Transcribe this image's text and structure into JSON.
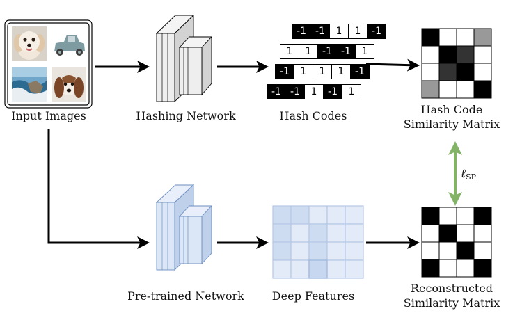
{
  "labels": {
    "input_images": "Input Images",
    "hashing_network": "Hashing Network",
    "hash_codes": "Hash Codes",
    "hash_sim_line1": "Hash Code",
    "hash_sim_line2": "Similarity Matrix",
    "pretrained_network": "Pre-trained Network",
    "deep_features": "Deep Features",
    "recon_sim_line1": "Reconstructed",
    "recon_sim_line2": "Similarity Matrix",
    "loss_symbol": "ℓ",
    "loss_subscript": "SP"
  },
  "input_images": [
    "dog-photo",
    "truck-photo",
    "coast-photo",
    "dog-photo-2"
  ],
  "hash_codes": [
    [
      -1,
      -1,
      1,
      1,
      -1
    ],
    [
      1,
      1,
      -1,
      -1,
      1
    ],
    [
      -1,
      1,
      1,
      1,
      -1
    ],
    [
      -1,
      -1,
      1,
      -1,
      1
    ]
  ],
  "hash_similarity_matrix": [
    [
      "#000000",
      "#ffffff",
      "#ffffff",
      "#999999"
    ],
    [
      "#ffffff",
      "#000000",
      "#333333",
      "#ffffff"
    ],
    [
      "#ffffff",
      "#333333",
      "#000000",
      "#ffffff"
    ],
    [
      "#999999",
      "#ffffff",
      "#ffffff",
      "#000000"
    ]
  ],
  "reconstructed_similarity_matrix": [
    [
      "#000000",
      "#ffffff",
      "#ffffff",
      "#000000"
    ],
    [
      "#ffffff",
      "#000000",
      "#ffffff",
      "#ffffff"
    ],
    [
      "#ffffff",
      "#ffffff",
      "#000000",
      "#ffffff"
    ],
    [
      "#000000",
      "#ffffff",
      "#ffffff",
      "#000000"
    ]
  ],
  "colors": {
    "hashing_network_fill": "#eeeeee",
    "pretrained_network_fill": "#dbe6f6",
    "feature_grid_fill": "#e3ebf8",
    "feature_grid_highlight": "#cddcf1",
    "loss_arrow": "#82b366"
  }
}
